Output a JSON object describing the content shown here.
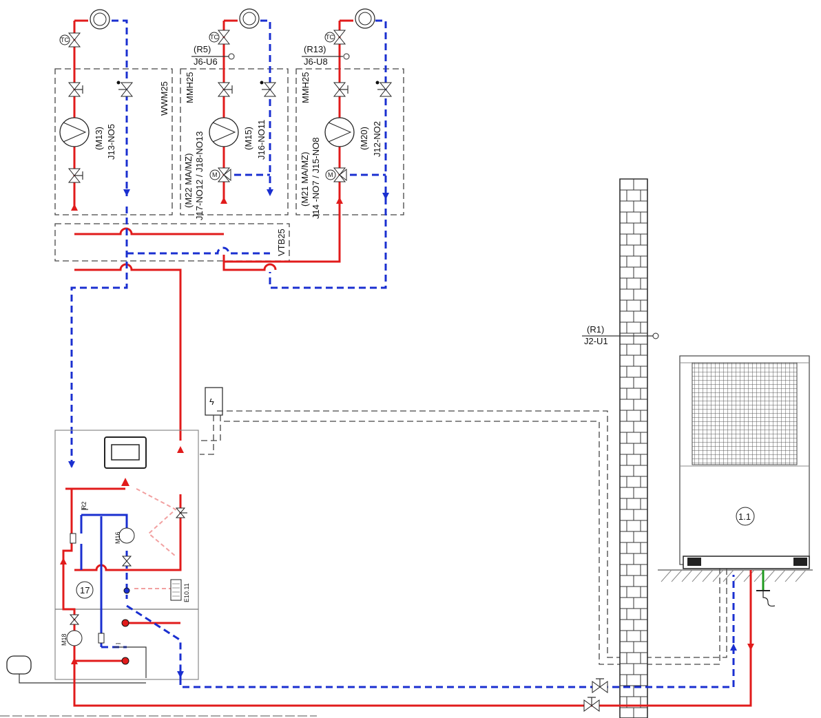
{
  "colors": {
    "supply": "#e11b1b",
    "return": "#1a2fd0",
    "wall": "#222222",
    "module_border": "#444444"
  },
  "modules": {
    "wwm": "WWM25",
    "mmh1": "MMH25",
    "mmh2": "MMH25",
    "vtb": "VTB25"
  },
  "pumps": {
    "m13": [
      "(M13)",
      "J13-NO5"
    ],
    "m15": [
      "(M15)",
      "J16-NO11"
    ],
    "m20": [
      "(M20)",
      "J12-NO2"
    ],
    "m16": "M16",
    "m18": "M18"
  },
  "mixers": {
    "m22": [
      "(M22 MA/MZ)",
      "J17-NO12 / J18-NO13"
    ],
    "m21": [
      "(M21 MA/MZ)",
      "J14 -NO7 / J15-NO8"
    ]
  },
  "sensors": {
    "r5": [
      "(R5)",
      "J6-U6"
    ],
    "r13": [
      "(R13)",
      "J6-U8"
    ],
    "r1": [
      "(R1)",
      "J2-U1"
    ],
    "r2": "R2"
  },
  "symbols": {
    "tc": "TC",
    "motor": "M",
    "temp": "T"
  },
  "components": {
    "heat_pump": "1.1",
    "indoor_unit": "17",
    "heater": "E10.11",
    "electric": "ϟ"
  }
}
